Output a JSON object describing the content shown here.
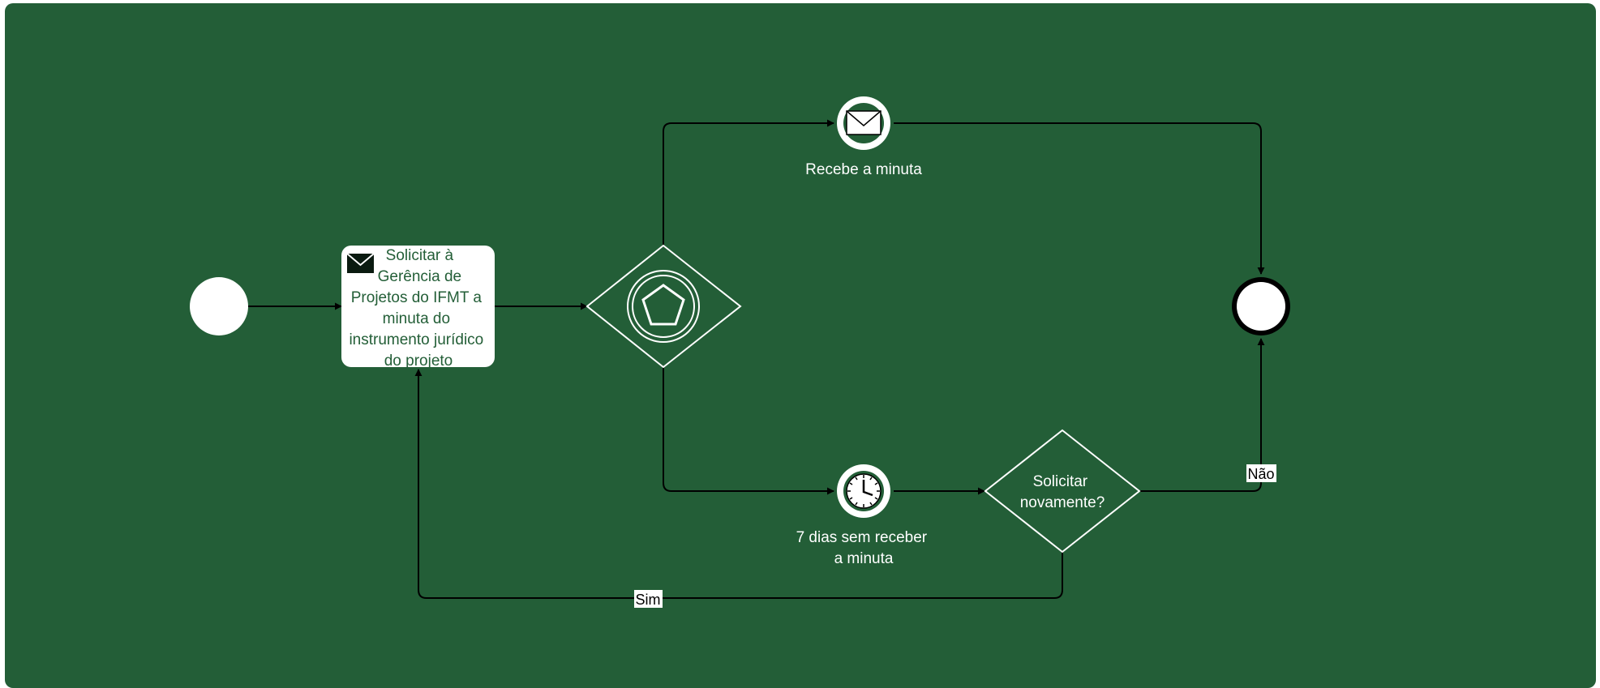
{
  "colors": {
    "background": "#235e37",
    "foreground": "#ffffff",
    "line": "#000000"
  },
  "task": {
    "lines": [
      "Solicitar à",
      "Gerência de",
      "Projetos do IFMT a",
      "minuta do",
      "instrumento jurídico",
      "do projeto"
    ],
    "icon": "envelope-icon"
  },
  "gateway_event": {
    "icon": "pentagon-icon"
  },
  "event_receive": {
    "label": "Recebe a minuta",
    "icon": "envelope-icon"
  },
  "event_timer": {
    "lines": [
      "7 dias sem receber",
      "a minuta"
    ],
    "icon": "clock-icon"
  },
  "gateway_decision": {
    "lines": [
      "Solicitar",
      "novamente?"
    ]
  },
  "flows": {
    "no_label": "Não",
    "yes_label": "Sim"
  }
}
